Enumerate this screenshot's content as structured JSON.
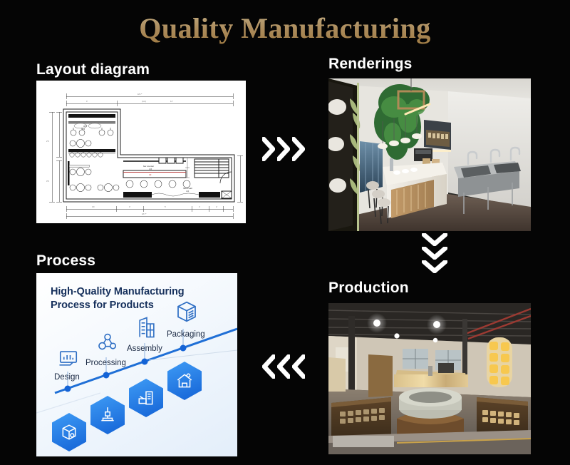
{
  "page": {
    "title": "Quality Manufacturing",
    "background_color": "#000000",
    "title_color": "#d8b47a"
  },
  "sections": [
    {
      "id": "layout",
      "label": "Layout diagram",
      "content_type": "cad-floor-plan"
    },
    {
      "id": "renderings",
      "label": "Renderings",
      "content_type": "photo-3d-render"
    },
    {
      "id": "process",
      "label": "Process",
      "content_type": "infographic"
    },
    {
      "id": "production",
      "label": "Production",
      "content_type": "photo-factory"
    }
  ],
  "arrows": [
    {
      "id": "arrow-right",
      "direction": "right",
      "icon": "chevrons-right-icon",
      "count": 3,
      "color": "#ffffff"
    },
    {
      "id": "arrow-down",
      "direction": "down",
      "icon": "chevrons-down-icon",
      "count": 3,
      "color": "#ffffff"
    },
    {
      "id": "arrow-left",
      "direction": "left",
      "icon": "chevrons-left-icon",
      "count": 3,
      "color": "#ffffff"
    }
  ],
  "process_infographic": {
    "title_line1": "High-Quality Manufacturing",
    "title_line2": "Process for Products",
    "title_color": "#16305c",
    "accent_color": "#1463d6",
    "steps": [
      {
        "order": 1,
        "label": "Design",
        "icon": "monitor-chart-icon"
      },
      {
        "order": 2,
        "label": "Processing",
        "icon": "molecule-icon"
      },
      {
        "order": 3,
        "label": "Assembly",
        "icon": "factory-building-icon"
      },
      {
        "order": 4,
        "label": "Packaging",
        "icon": "package-box-icon"
      }
    ],
    "hex_icons": [
      {
        "order": 1,
        "icon": "cube-box-icon"
      },
      {
        "order": 2,
        "icon": "cnc-press-icon"
      },
      {
        "order": 3,
        "icon": "machine-printer-icon"
      },
      {
        "order": 4,
        "icon": "factory-house-icon"
      }
    ]
  },
  "layout_diagram": {
    "description": "Architectural floor plan with dimension lines, counters, seating, stairs and door swing",
    "line_color": "#2a2a2a",
    "paper_color": "#ffffff"
  },
  "renderings_photo": {
    "description": "3D interior rendering of a cafe bar with hanging greenery, pendant lights, bar counter with stools and a stainless sink run"
  },
  "production_photo": {
    "description": "Factory workshop floor with finished backlit onyx counters, curved reception desk and overhead lighting"
  }
}
